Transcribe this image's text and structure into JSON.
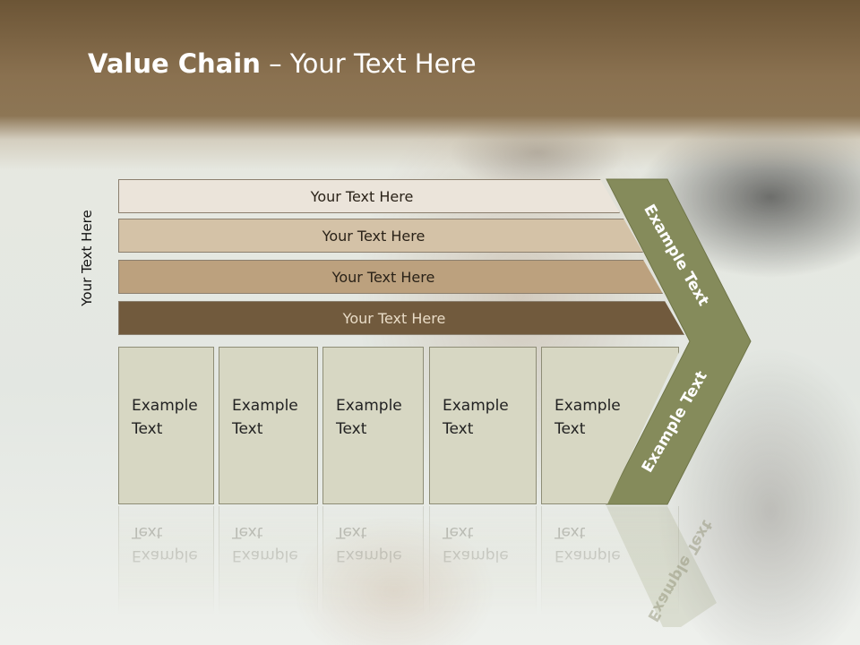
{
  "slide": {
    "title_bold": "Value Chain",
    "title_rest": " – Your Text Here",
    "side_label": "Your Text Here",
    "bars": [
      {
        "label": "Your Text Here"
      },
      {
        "label": "Your Text Here"
      },
      {
        "label": "Your Text Here"
      },
      {
        "label": "Your Text Here"
      }
    ],
    "boxes": [
      {
        "line1": "Example",
        "line2": "Text"
      },
      {
        "line1": "Example",
        "line2": "Text"
      },
      {
        "line1": "Example",
        "line2": "Text"
      },
      {
        "line1": "Example",
        "line2": "Text"
      },
      {
        "line1": "Example",
        "line2": "Text"
      }
    ],
    "chevron": {
      "top_label": "Example Text",
      "bottom_label": "Example Text"
    }
  },
  "colors": {
    "header": "#7b6344",
    "chevron": "#858b5b",
    "box": "#d7d7c3",
    "bar_dark": "#715a3d"
  }
}
